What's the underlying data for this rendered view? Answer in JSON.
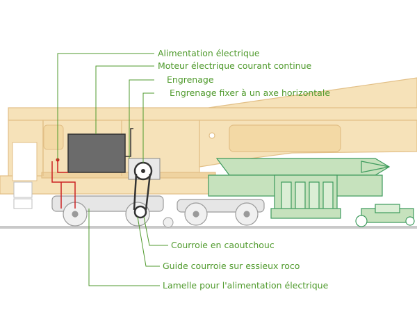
{
  "labels": {
    "power_supply": "Alimentation électrique",
    "dc_motor": "Moteur électrique courant continue",
    "gearing": "Engrenage",
    "gearing_axis": "Engrenage fixer à un axe horizontale",
    "rubber_belt": "Courroie en caoutchouc",
    "belt_guide": "Guide courroie sur essieux roco",
    "power_strip": "Lamelle pour l'alimentation électrique"
  },
  "colors": {
    "label_text": "#4f9a2c",
    "leader_line": "#4f9a2c",
    "locomotive_body": "#f6e2b9",
    "locomotive_outline": "#e2bf86",
    "machinery_green": "#c6e2bd",
    "machinery_outline": "#3c9a5c",
    "motor": "#6b6b6b",
    "wires_red": "#cc2222",
    "bogie_grey": "#e4e4e4",
    "rail": "#bdbdbd"
  }
}
